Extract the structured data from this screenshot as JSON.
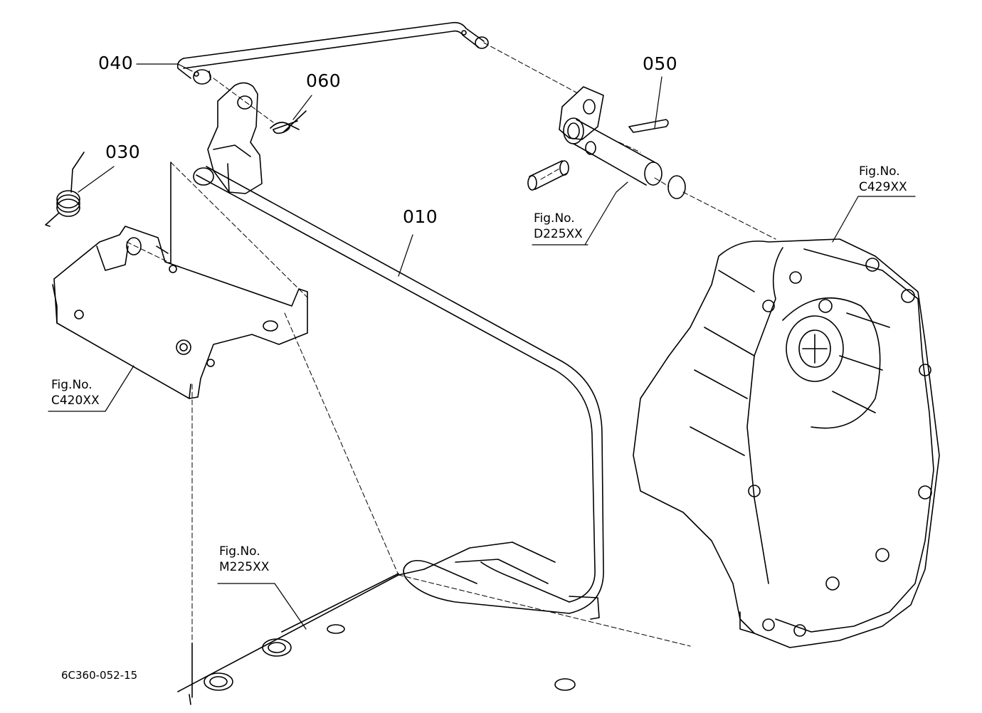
{
  "part_labels": {
    "p010": "010",
    "p030": "030",
    "p040": "040",
    "p050": "050",
    "p060": "060"
  },
  "figure_refs": {
    "c420": {
      "prefix": "Fig.No.",
      "code": "C420XX"
    },
    "d225": {
      "prefix": "Fig.No.",
      "code": "D225XX"
    },
    "c429": {
      "prefix": "Fig.No.",
      "code": "C429XX"
    },
    "m225": {
      "prefix": "Fig.No.",
      "code": "M225XX"
    }
  },
  "drawing_code": "6C360-052-15",
  "colors": {
    "ink": "#000000",
    "paper": "#ffffff"
  }
}
